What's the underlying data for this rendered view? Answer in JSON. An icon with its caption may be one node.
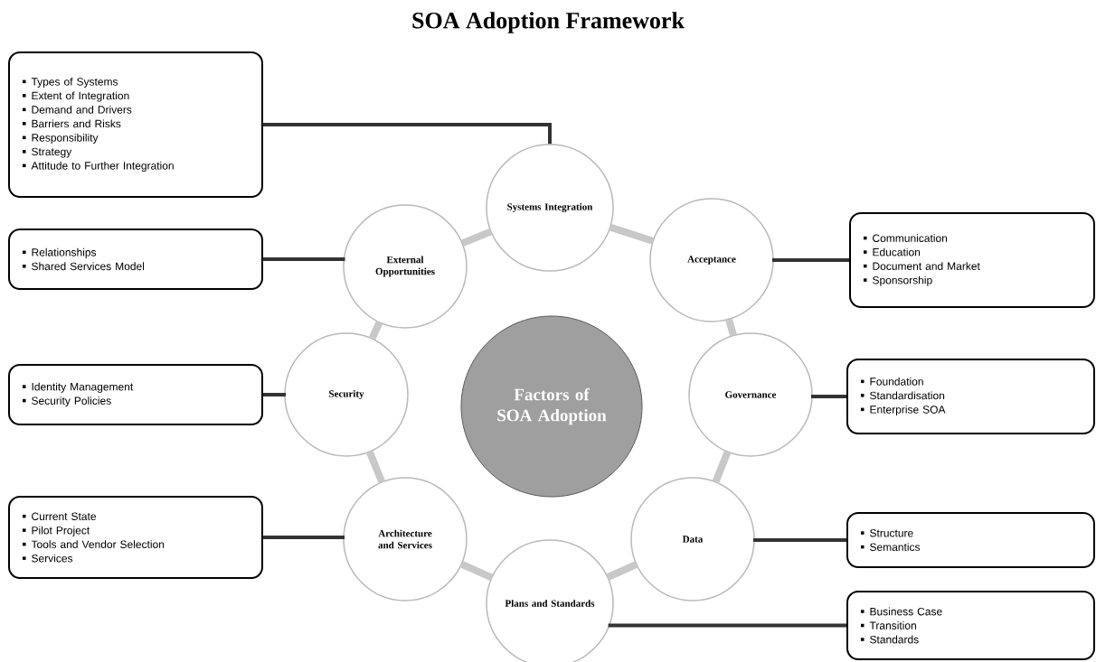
{
  "diagram": {
    "title": "SOA Adoption Framework",
    "nodes": [
      {
        "text": [
          "Types of Systems",
          "Extent of Integration",
          "Demand and Drivers",
          "Barriers and Risks",
          "Responsibility",
          "Strategy",
          "Attitude to Further Integration"
        ]
      },
      {
        "text": [
          "Systems Integration"
        ]
      },
      {
        "text": [
          "Relationships",
          "Shared Services Model"
        ]
      },
      {
        "text": [
          "External Opportunities"
        ]
      },
      {
        "text": [
          "Acceptance"
        ]
      },
      {
        "text": [
          "Communication",
          "Education",
          "Document and Market",
          "Sponsorship"
        ]
      },
      {
        "text": [
          "Identity Management",
          "Security Policies"
        ]
      },
      {
        "text": [
          "Security"
        ]
      },
      {
        "text": [
          "Factors of SOA Adoption"
        ]
      },
      {
        "text": [
          "Governance"
        ]
      },
      {
        "text": [
          "Foundation",
          "Standardisation",
          "Enterprise SOA"
        ]
      },
      {
        "text": [
          "Current State",
          "Pilot Project",
          "Tools and Vendor Selection",
          "Services"
        ]
      },
      {
        "text": [
          "Architecture and Services"
        ]
      },
      {
        "text": [
          "Data"
        ]
      },
      {
        "text": [
          "Structure",
          "Semantics"
        ]
      },
      {
        "text": [
          "Plans and Standards"
        ]
      },
      {
        "text": [
          "Business Case",
          "Transition",
          "Standards"
        ]
      }
    ],
    "edges": [
      {
        "from": 0,
        "to": 1,
        "arrow": "none"
      },
      {
        "from": 2,
        "to": 3,
        "arrow": "none"
      },
      {
        "from": 4,
        "to": 5,
        "arrow": "none"
      },
      {
        "from": 6,
        "to": 7,
        "arrow": "none"
      },
      {
        "from": 9,
        "to": 10,
        "arrow": "none"
      },
      {
        "from": 11,
        "to": 12,
        "arrow": "none"
      },
      {
        "from": 13,
        "to": 14,
        "arrow": "none"
      },
      {
        "from": 15,
        "to": 16,
        "arrow": "none"
      },
      {
        "from": 1,
        "to": 4,
        "arrow": "none",
        "style": "thick",
        "color": "#c8c8c8"
      },
      {
        "from": 4,
        "to": 9,
        "arrow": "none",
        "style": "thick",
        "color": "#c8c8c8"
      },
      {
        "from": 9,
        "to": 13,
        "arrow": "none",
        "style": "thick",
        "color": "#c8c8c8"
      },
      {
        "from": 13,
        "to": 15,
        "arrow": "none",
        "style": "thick",
        "color": "#c8c8c8"
      },
      {
        "from": 15,
        "to": 12,
        "arrow": "none",
        "style": "thick",
        "color": "#c8c8c8"
      },
      {
        "from": 12,
        "to": 7,
        "arrow": "none",
        "style": "thick",
        "color": "#c8c8c8"
      },
      {
        "from": 7,
        "to": 3,
        "arrow": "none",
        "style": "thick",
        "color": "#c8c8c8"
      },
      {
        "from": 3,
        "to": 1,
        "arrow": "none",
        "style": "thick",
        "color": "#c8c8c8"
      }
    ]
  }
}
